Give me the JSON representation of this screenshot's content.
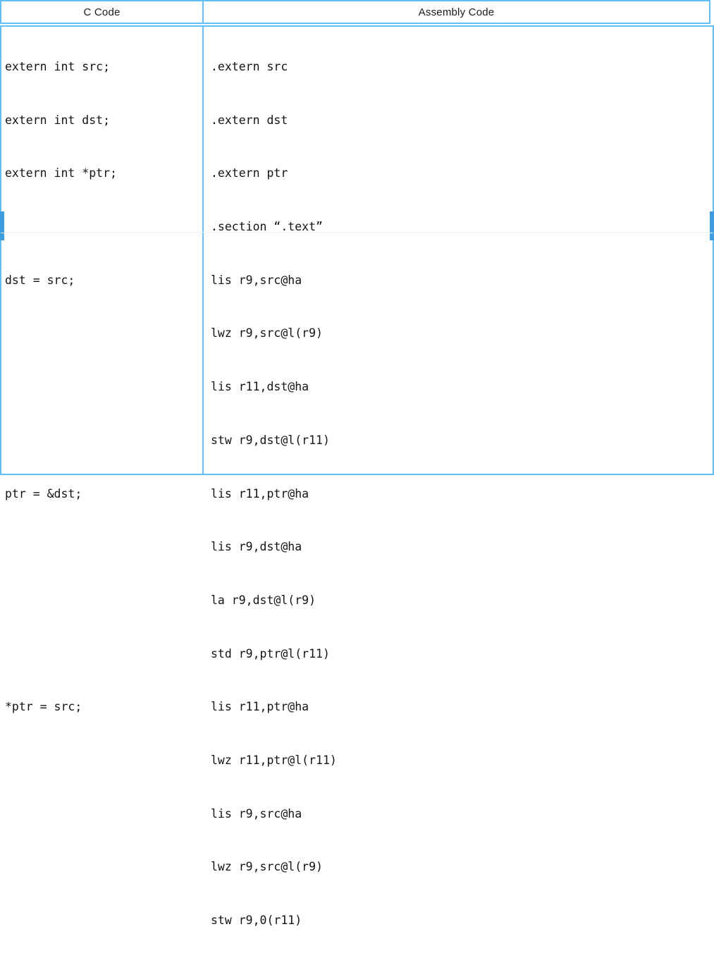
{
  "table": {
    "headers": [
      {
        "label": "C Code"
      },
      {
        "label": "Assembly Code"
      }
    ],
    "border_color": "#63c0f5",
    "divider_color": "#e8f4fd",
    "tick_color": "#3d9de0",
    "text_color": "#141414",
    "c_code_lines": [
      "extern int src;",
      "extern int dst;",
      "extern int *ptr;",
      "",
      "dst = src;",
      "",
      "",
      "",
      "ptr = &dst;",
      "",
      "",
      "",
      "*ptr = src;",
      "",
      "",
      "",
      ""
    ],
    "assembly_lines": [
      ".extern src",
      ".extern dst",
      ".extern ptr",
      ".section “.text”",
      "lis r9,src@ha",
      "lwz r9,src@l(r9)",
      "lis r11,dst@ha",
      "stw r9,dst@l(r11)",
      "lis r11,ptr@ha",
      "lis r9,dst@ha",
      "la r9,dst@l(r9)",
      "std r9,ptr@l(r11)",
      "lis r11,ptr@ha",
      "lwz r11,ptr@l(r11)",
      "lis r9,src@ha",
      "lwz r9,src@l(r9)",
      "stw r9,0(r11)"
    ]
  }
}
